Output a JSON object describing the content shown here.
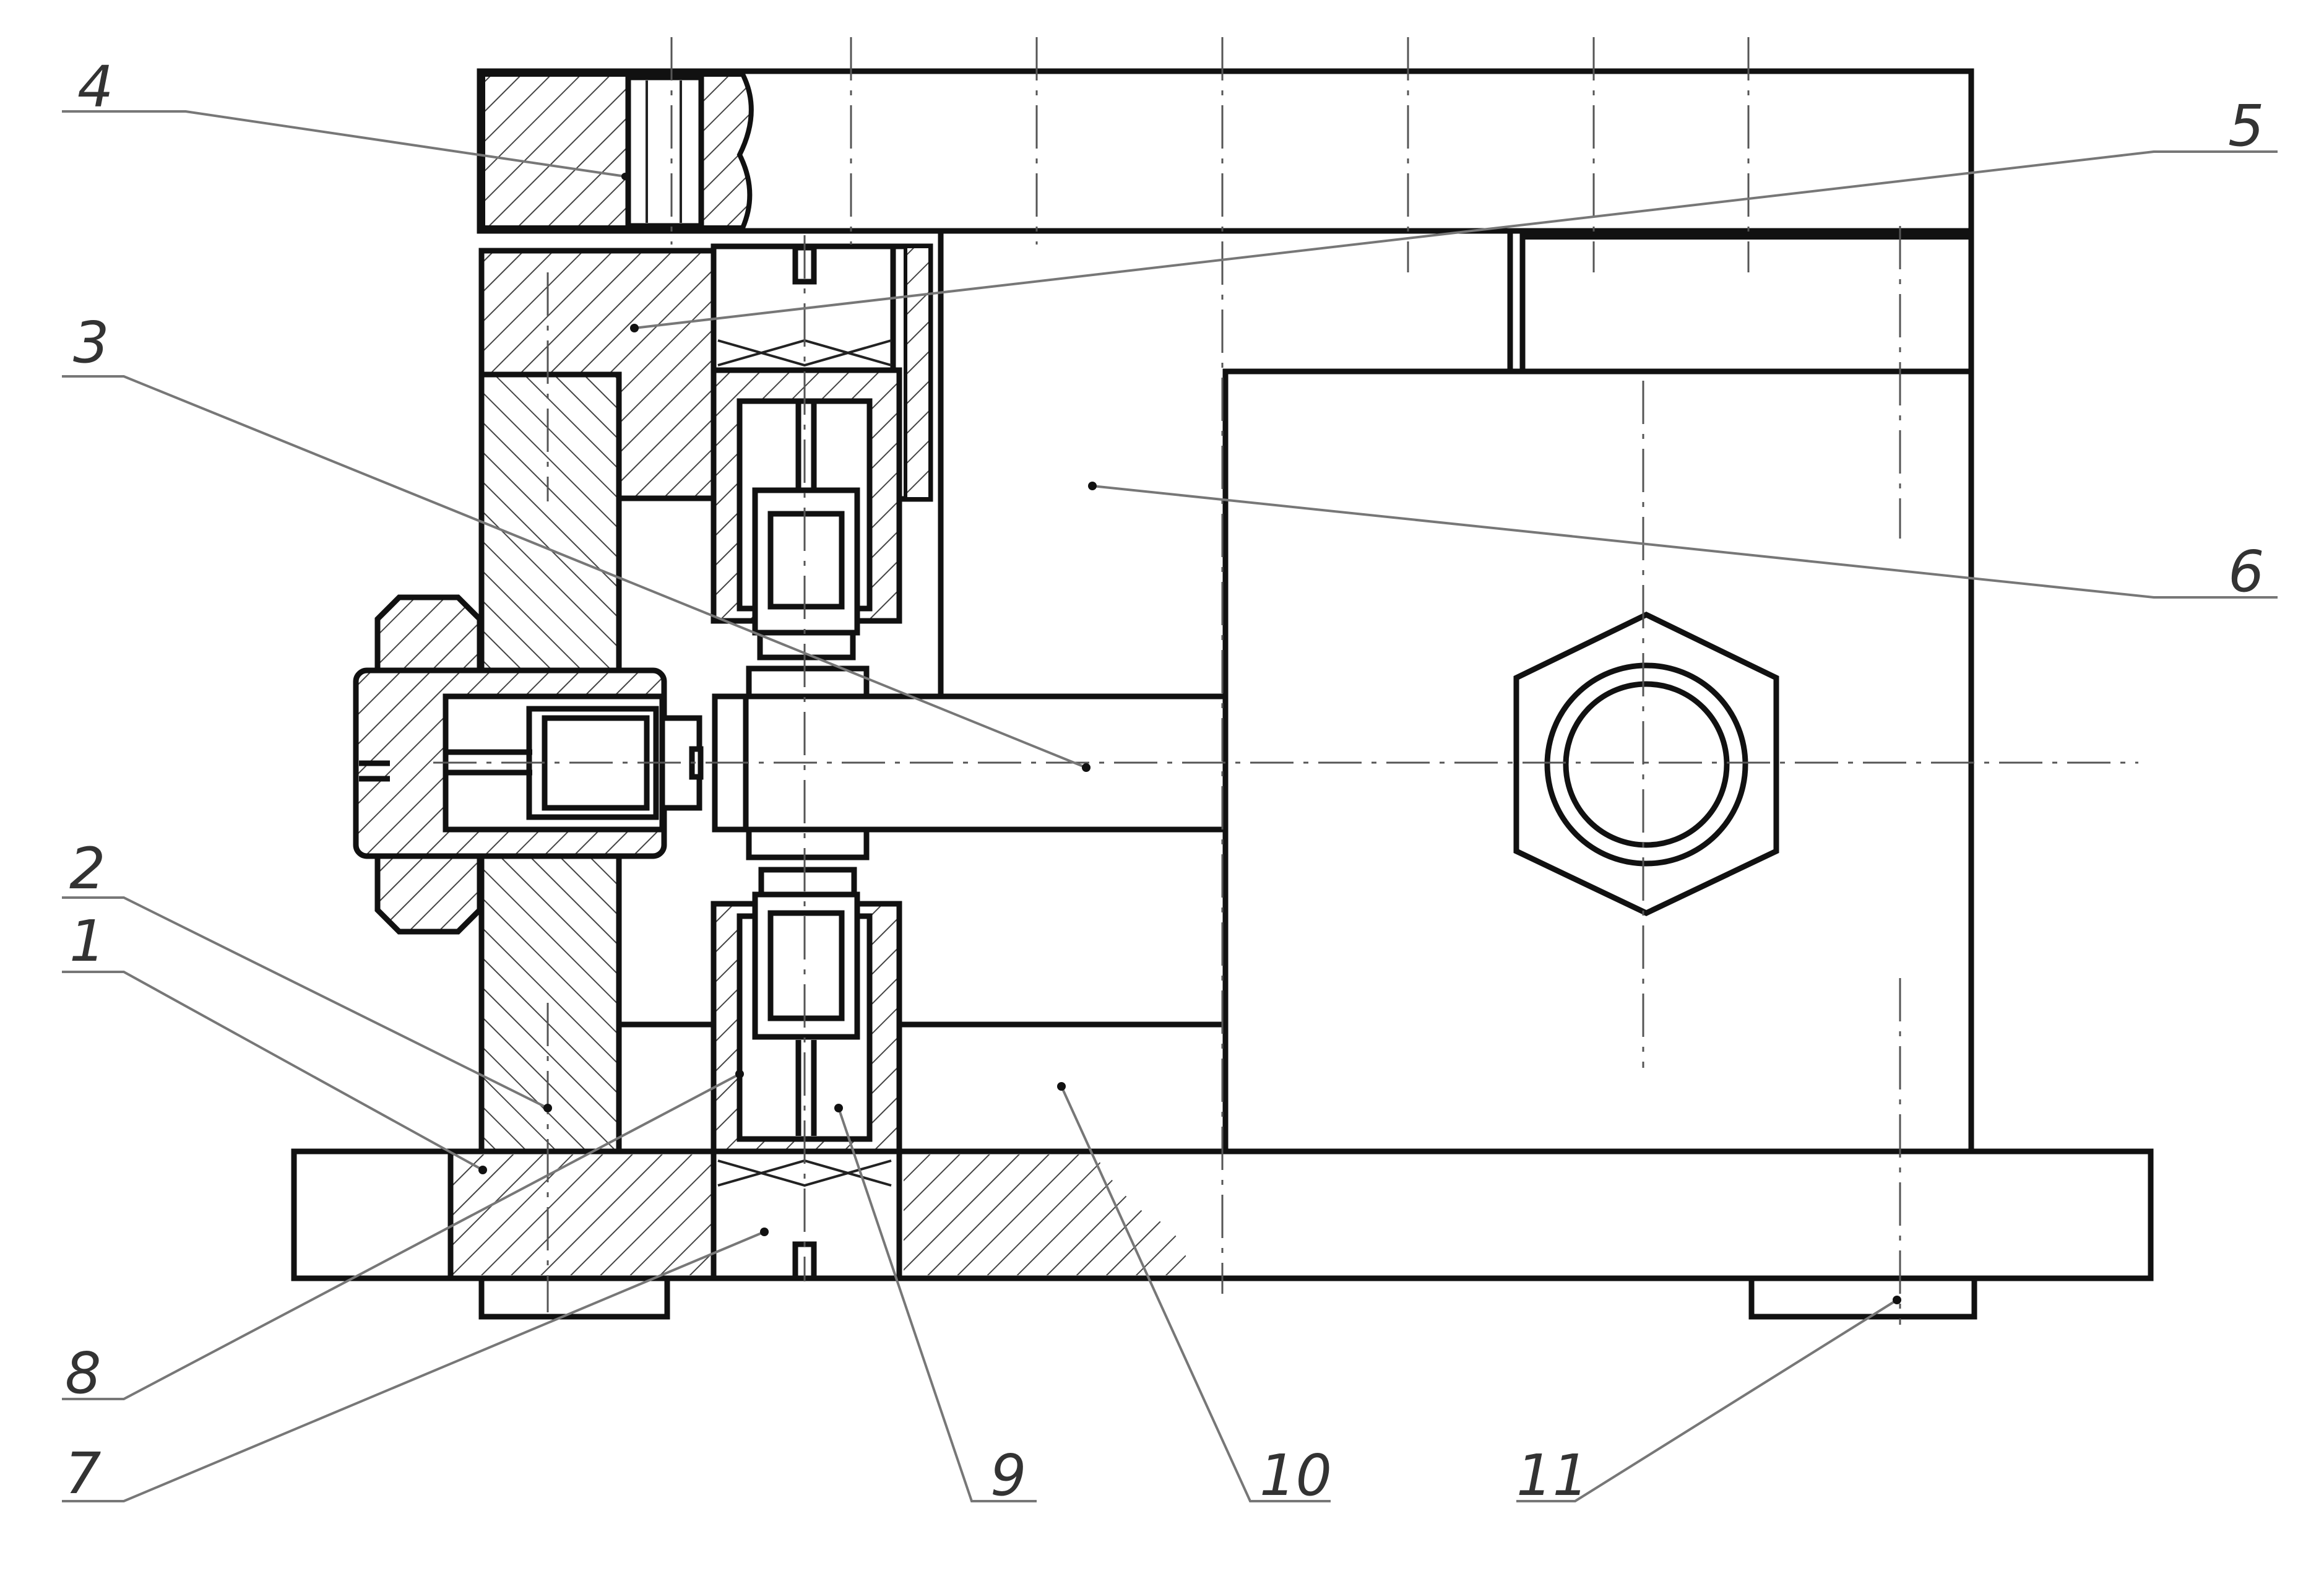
{
  "callouts": [
    {
      "id": "c4",
      "label": "4"
    },
    {
      "id": "c5",
      "label": "5"
    },
    {
      "id": "c3",
      "label": "3"
    },
    {
      "id": "c6",
      "label": "6"
    },
    {
      "id": "c2",
      "label": "2"
    },
    {
      "id": "c1",
      "label": "1"
    },
    {
      "id": "c8",
      "label": "8"
    },
    {
      "id": "c7",
      "label": "7"
    },
    {
      "id": "c9",
      "label": "9"
    },
    {
      "id": "c10",
      "label": "10"
    },
    {
      "id": "c11",
      "label": "11"
    }
  ]
}
